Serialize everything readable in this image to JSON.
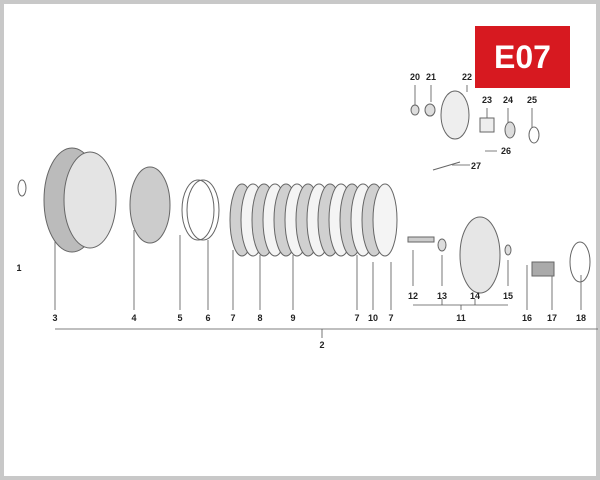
{
  "badge": {
    "code": "E07",
    "color": "#d71920"
  },
  "callouts": [
    "1",
    "2",
    "3",
    "4",
    "5",
    "6",
    "7",
    "8",
    "9",
    "7",
    "10",
    "7",
    "11",
    "12",
    "13",
    "14",
    "15",
    "16",
    "17",
    "18",
    "20",
    "21",
    "22",
    "23",
    "24",
    "25",
    "26",
    "27"
  ]
}
